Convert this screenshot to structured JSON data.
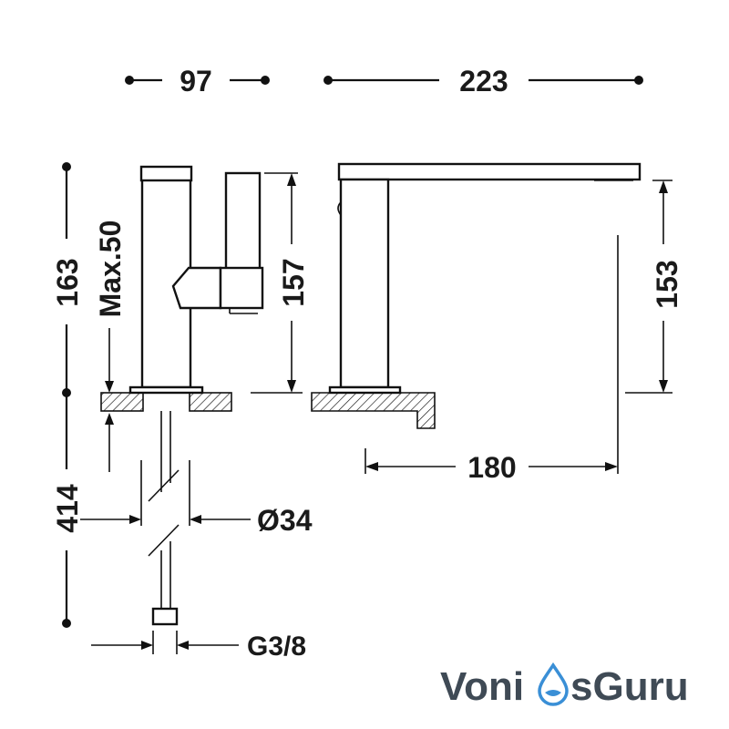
{
  "dimensions": {
    "front_width": "97",
    "total_length": "223",
    "total_height": "163",
    "max_thickness": "Max.50",
    "lever_height": "157",
    "spout_height": "153",
    "spout_reach": "180",
    "hose_length": "414",
    "hole_diameter": "Ø34",
    "connection_thread": "G3/8"
  },
  "watermark": {
    "brand_left": "Voni",
    "brand_right": "sGuru",
    "drop_color": "#3a8fd6"
  },
  "colors": {
    "line": "#111111",
    "text": "#1a1a1a",
    "logo_text": "#3f4a55"
  }
}
